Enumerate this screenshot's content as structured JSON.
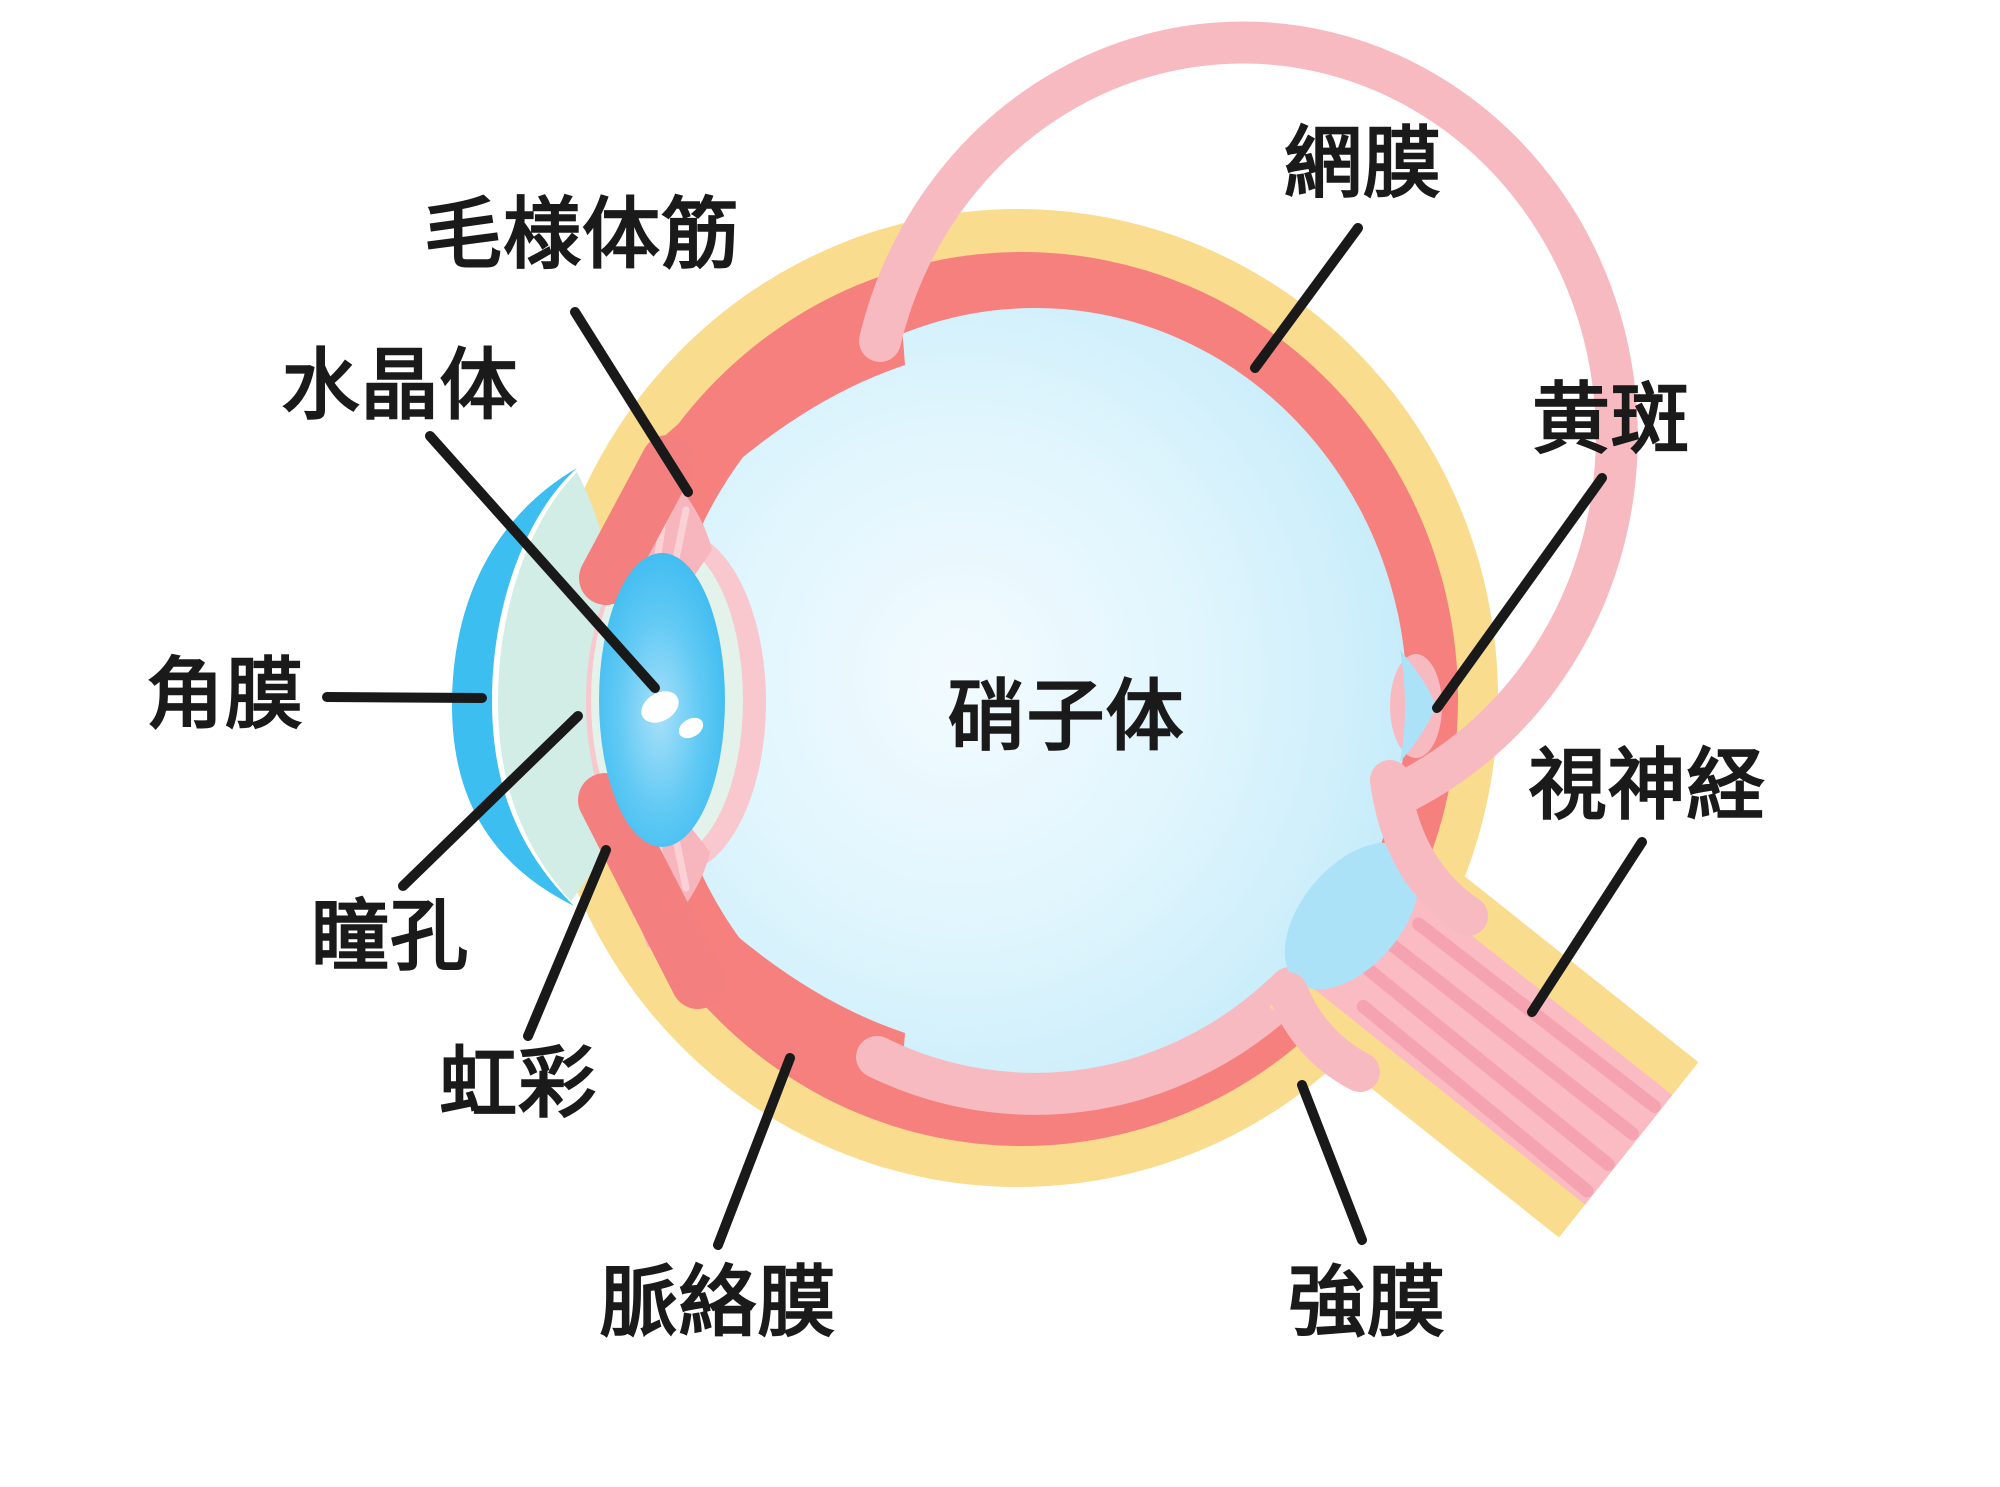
{
  "figure": {
    "type": "anatomical-diagram",
    "subject": "human eye cross-section",
    "labels": [
      {
        "id": "ciliary-muscle",
        "text": "毛様体筋"
      },
      {
        "id": "lens",
        "text": "水晶体"
      },
      {
        "id": "cornea",
        "text": "角膜"
      },
      {
        "id": "pupil",
        "text": "瞳孔"
      },
      {
        "id": "iris",
        "text": "虹彩"
      },
      {
        "id": "retina",
        "text": "網膜"
      },
      {
        "id": "macula",
        "text": "黄斑"
      },
      {
        "id": "optic-nerve",
        "text": "視神経"
      },
      {
        "id": "vitreous-body",
        "text": "硝子体"
      },
      {
        "id": "choroid",
        "text": "脈絡膜"
      },
      {
        "id": "sclera",
        "text": "強膜"
      }
    ],
    "colors": {
      "background": "#FFFFFF",
      "sclera_yellow": "#FADC8E",
      "choroid_red": "#F5807E",
      "retina_pink": "#F8BAC1",
      "optic_nerve_pink": "#FABBC2",
      "optic_nerve_stripe": "#F5A3B1",
      "vitreous_edge_blue": "#ABE2F8",
      "vitreous_center": "#F3FBFF",
      "cornea_blue": "#3CBEF1",
      "aqueous_teal": "#D2ECE6",
      "lens_blue": "#27B2EE",
      "ciliary_pink": "#F7B6BD",
      "leader_line": "#191919",
      "label_text": "#1A1A1A"
    }
  }
}
